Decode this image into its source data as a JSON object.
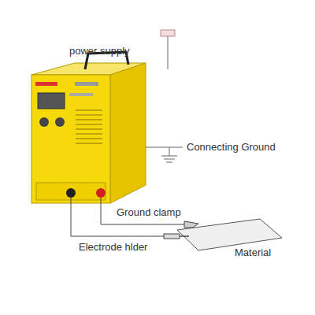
{
  "diagram": {
    "labels": [
      "power supply",
      "Connecting Ground",
      "Ground clamp",
      "Electrode hlder",
      "Material"
    ]
  }
}
